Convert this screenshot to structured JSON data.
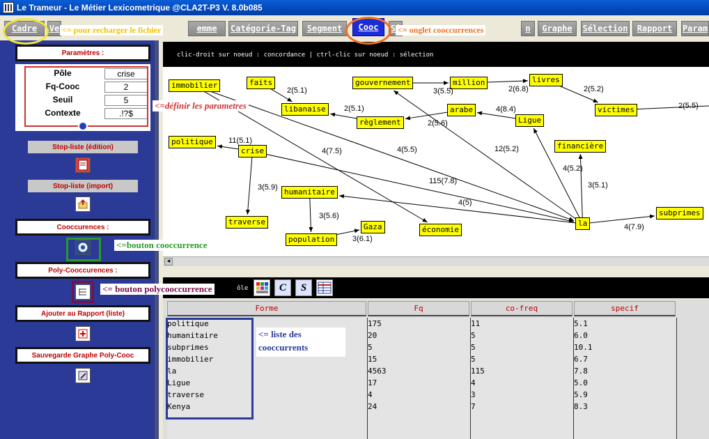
{
  "window": {
    "title": "Le Trameur - Le Métier Lexicometrique @CLA2T-P3 V. 8.0b085"
  },
  "tabs": [
    {
      "label": "Cadre",
      "active": false
    },
    {
      "label": "Ve",
      "active": false
    },
    {
      "label": "emme",
      "active": false
    },
    {
      "label": "Catégorie-Tag",
      "active": false
    },
    {
      "label": "Segment",
      "active": false
    },
    {
      "label": "Cooc",
      "active": true
    },
    {
      "label": "Si",
      "active": false
    },
    {
      "label": "n",
      "active": false
    },
    {
      "label": "Graphe",
      "active": false
    },
    {
      "label": "Sélection",
      "active": false
    },
    {
      "label": "Rapport",
      "active": false
    },
    {
      "label": "Param",
      "active": false
    }
  ],
  "left_panel": {
    "params_title": "Paramètres :",
    "params": [
      {
        "label": "Pôle",
        "value": "crise"
      },
      {
        "label": "Fq-Cooc",
        "value": "2"
      },
      {
        "label": "Seuil",
        "value": "5"
      },
      {
        "label": "Contexte",
        "value": ".!?$"
      }
    ],
    "stoplist_edit": "Stop-liste (édition)",
    "stoplist_import": "Stop-liste (import)",
    "cooc_title": "Cooccurences :",
    "polycooc_title": "Poly-Cooccurences :",
    "add_report": "Ajouter au Rapport (liste)",
    "save_graph": "Sauvegarde Graphe Poly-Cooc"
  },
  "graph": {
    "header_text": "clic-droit sur noeud : concordance | ctrl-clic sur noeud : sélection",
    "nodes": [
      {
        "id": "immobilier",
        "label": "immobilier"
      },
      {
        "id": "faits",
        "label": "faits"
      },
      {
        "id": "libanaise",
        "label": "libanaise"
      },
      {
        "id": "gouvernement",
        "label": "gouvernement"
      },
      {
        "id": "million",
        "label": "million"
      },
      {
        "id": "livres",
        "label": "livres"
      },
      {
        "id": "victimes",
        "label": "victimes"
      },
      {
        "id": "arabe",
        "label": "arabe"
      },
      {
        "id": "reglement",
        "label": "règlement"
      },
      {
        "id": "ligue",
        "label": "Ligue"
      },
      {
        "id": "politique",
        "label": "politique"
      },
      {
        "id": "crise",
        "label": "crise"
      },
      {
        "id": "financiere",
        "label": "financière"
      },
      {
        "id": "humanitaire",
        "label": "humanitaire"
      },
      {
        "id": "traverse",
        "label": "traverse"
      },
      {
        "id": "gaza",
        "label": "Gaza"
      },
      {
        "id": "population",
        "label": "population"
      },
      {
        "id": "economie",
        "label": "économie"
      },
      {
        "id": "la",
        "label": "la"
      },
      {
        "id": "subprimes",
        "label": "subprimes"
      }
    ],
    "edges": [
      {
        "from": "faits",
        "to": "libanaise",
        "label": "2(5.1)"
      },
      {
        "from": "gouvernement",
        "to": "million",
        "label": "3(5.5)"
      },
      {
        "from": "million",
        "to": "livres",
        "label": "2(6.8)"
      },
      {
        "from": "livres",
        "to": "victimes",
        "label": "2(5.2)"
      },
      {
        "from": "victimes",
        "to": "offscreen",
        "label": "2(5.5)"
      },
      {
        "from": "reglement",
        "to": "libanaise",
        "label": "2(5.1)"
      },
      {
        "from": "arabe",
        "to": "reglement",
        "label": "2(5.6)"
      },
      {
        "from": "ligue",
        "to": "arabe",
        "label": "4(8.4)"
      },
      {
        "from": "crise",
        "to": "politique",
        "label": "11(5.1)"
      },
      {
        "from": "crise",
        "to": "traverse",
        "label": "3(5.9)"
      },
      {
        "from": "immobilier",
        "to": "la",
        "label": "4(5.5)"
      },
      {
        "from": "immobilier",
        "to": "economie",
        "label": "4(7.5)"
      },
      {
        "from": "la",
        "to": "gouvernement",
        "label": "12(5.2)"
      },
      {
        "from": "crise",
        "to": "la",
        "label": "115(7.8)"
      },
      {
        "from": "la",
        "to": "humanitaire",
        "label": "4(5)"
      },
      {
        "from": "la",
        "to": "ligue",
        "label": "4(5.2)"
      },
      {
        "from": "la",
        "to": "financiere",
        "label": "3(5.1)"
      },
      {
        "from": "la",
        "to": "subprimes",
        "label": "4(7.9)"
      },
      {
        "from": "humanitaire",
        "to": "population",
        "label": "3(5.6)"
      },
      {
        "from": "population",
        "to": "gaza",
        "label": "3(6.1)"
      }
    ]
  },
  "table": {
    "columns": [
      "Forme",
      "Fq",
      "co-freq",
      "specif"
    ],
    "rows": [
      [
        "politique",
        "175",
        "11",
        "5.1"
      ],
      [
        "humanitaire",
        "20",
        "5",
        "6.0"
      ],
      [
        "subprimes",
        "5",
        "5",
        "10.1"
      ],
      [
        "immobilier",
        "15",
        "5",
        "6.7"
      ],
      [
        "la",
        "4563",
        "115",
        "7.8"
      ],
      [
        "Ligue",
        "17",
        "4",
        "5.0"
      ],
      [
        "traverse",
        "4",
        "3",
        "5.9"
      ],
      [
        "Kenya",
        "24",
        "7",
        "8.3"
      ]
    ]
  },
  "bottom_toolbar": {
    "partial_label": "ôle"
  },
  "annotations": {
    "reload": "<= pour recharger le fichier",
    "cooc_tab": "<= onglet cooccurrences",
    "params": "<=définir les parametres",
    "cooc_button": "<=bouton cooccurrence",
    "polycooc_button": "<= bouton polycooccurrence",
    "cooc_list": "<= liste des cooccurrents"
  },
  "colors": {
    "panel": "#2b3a96",
    "node": "#ffff00",
    "tab_active": "#1c2cd8",
    "annot_red": "#c00000",
    "annot_blue": "#2a3b9a",
    "annot_green": "#2a9a2a",
    "annot_purple": "#7a0f4a",
    "annot_yellow": "#f2e63c",
    "annot_orange": "#f07020"
  }
}
